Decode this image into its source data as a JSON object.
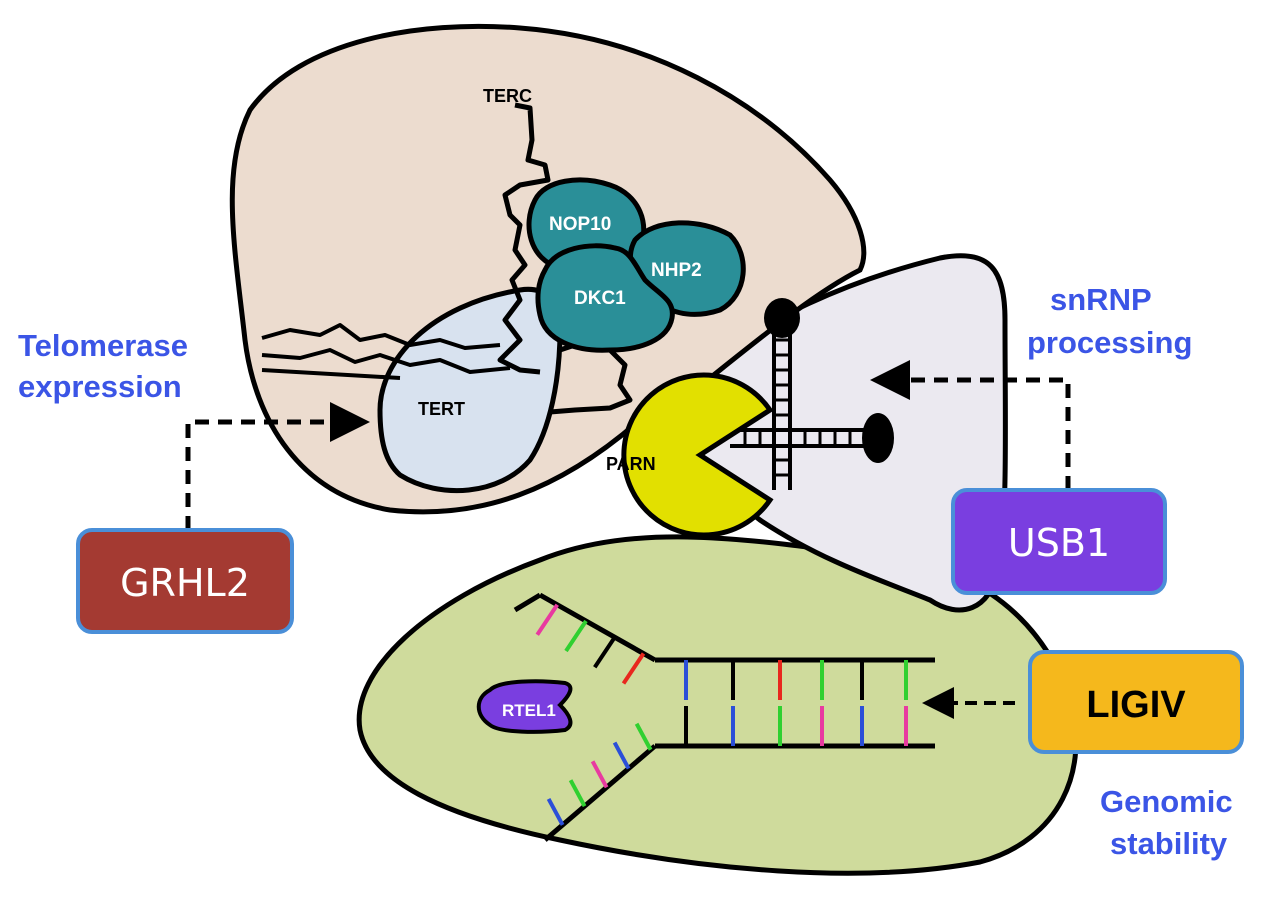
{
  "title": "PARN pathway diagram: telomerase expression, snRNP processing, genomic stability",
  "colors": {
    "label_blue": "#3b55e6",
    "telomerase_region": "#ecdccf",
    "snrnp_region": "#ebe9f0",
    "genomic_region": "#cfdb9c",
    "tert_fill": "#d8e2ef",
    "dyskerin_complex": "#2a8f98",
    "parn_fill": "#e2e000",
    "grhl2_box": "#a43a32",
    "usb1_box": "#7a3ee0",
    "ligiv_box": "#f5b81c",
    "rtel1_fill": "#7a3ee0",
    "box_border": "#4a8fd8"
  },
  "regions": {
    "telomerase": {
      "rna_label": "TERC",
      "proteins": [
        "NOP10",
        "NHP2",
        "DKC1",
        "TERT"
      ],
      "side_label_lines": [
        "Telomerase",
        "expression"
      ]
    },
    "snrnp": {
      "side_label_lines": [
        "snRNP",
        "processing"
      ]
    },
    "genomic": {
      "protein": "RTEL1",
      "side_label_lines": [
        "Genomic",
        "stability"
      ]
    }
  },
  "center_enzyme": "PARN",
  "regulators": [
    {
      "name": "GRHL2",
      "target": "TERT",
      "arrow": "dashed"
    },
    {
      "name": "USB1",
      "target": "snRNA",
      "arrow": "dashed"
    },
    {
      "name": "LIGIV",
      "target": "DNA duplex",
      "arrow": "dashed"
    }
  ],
  "dna_rungs_top": [
    "blue",
    "black",
    "red",
    "green",
    "black",
    "green"
  ],
  "dna_rungs_bottom": [
    "black",
    "blue",
    "green",
    "pink",
    "blue",
    "pink"
  ],
  "fork_upper_rungs": [
    "pink",
    "green",
    "black",
    "red"
  ],
  "fork_lower_rungs": [
    "green",
    "blue",
    "pink",
    "green",
    "blue"
  ]
}
